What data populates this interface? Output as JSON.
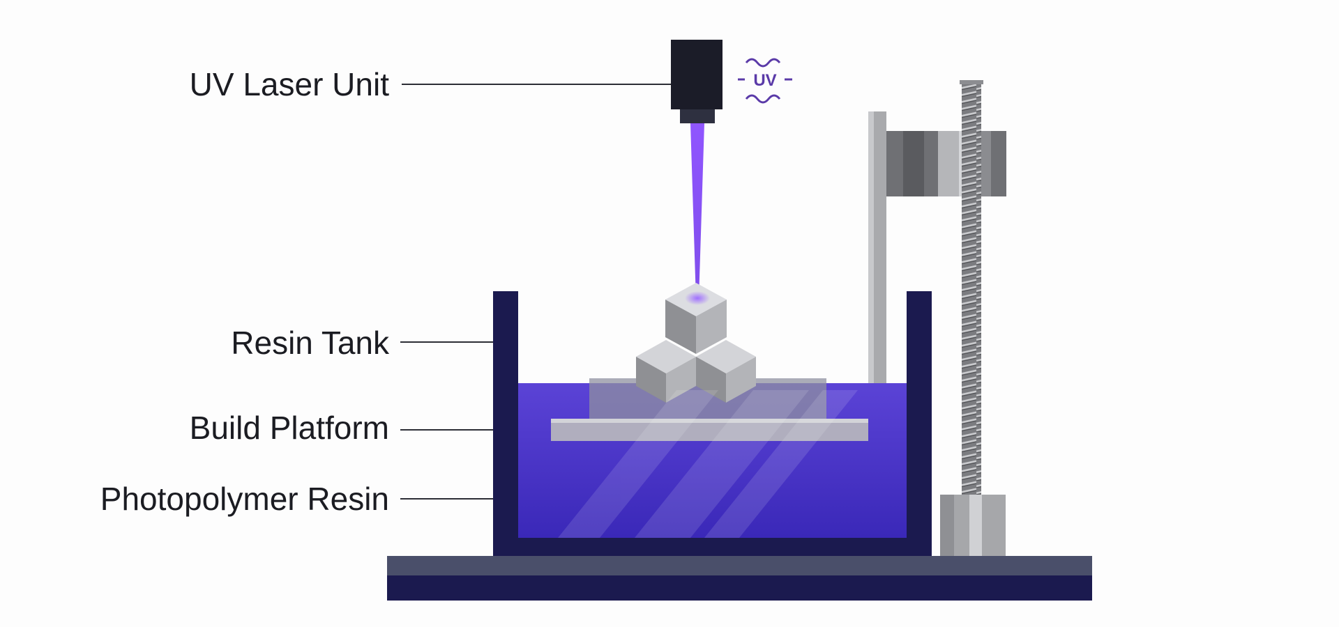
{
  "labels": {
    "uv_laser_unit": "UV Laser Unit",
    "resin_tank": "Resin Tank",
    "build_platform": "Build Platform",
    "photopolymer_resin": "Photopolymer Resin"
  },
  "uv_badge": "UV",
  "colors": {
    "frame_navy": "#1b1a4f",
    "resin_purple": "#4a38c9",
    "laser_violet": "#7a3cf0",
    "metal_gray": "#a7a8ab",
    "base_slate": "#4a4f6a",
    "label_text": "#1b1c22"
  }
}
